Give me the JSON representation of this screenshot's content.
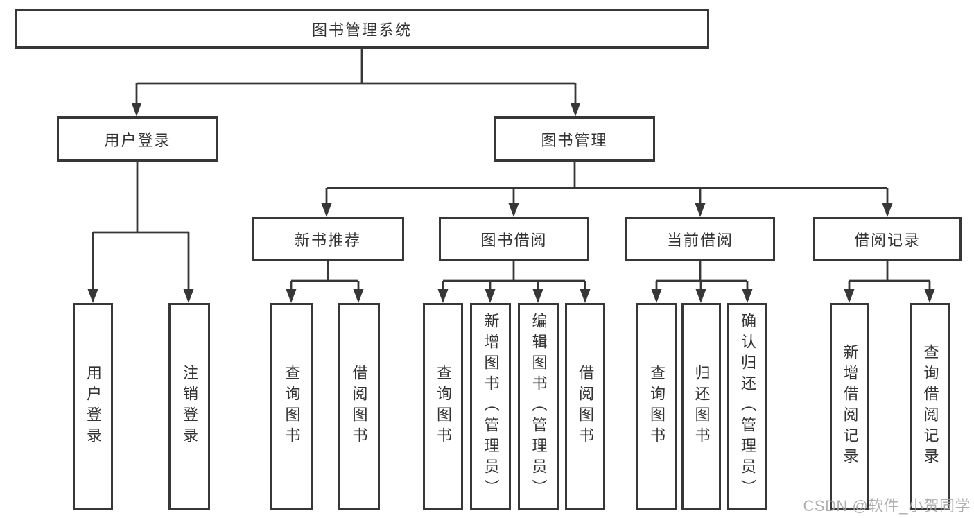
{
  "diagram": {
    "root": "图书管理系统",
    "branches": [
      {
        "label": "用户登录",
        "children": [
          "用户登录",
          "注销登录"
        ]
      },
      {
        "label": "图书管理",
        "children": [
          {
            "label": "新书推荐",
            "children": [
              "查询图书",
              "借阅图书"
            ]
          },
          {
            "label": "图书借阅",
            "children": [
              "查询图书",
              "新增图书（管理员）",
              "编辑图书（管理员）",
              "借阅图书"
            ]
          },
          {
            "label": "当前借阅",
            "children": [
              "查询图书",
              "归还图书",
              "确认归还（管理员）"
            ]
          },
          {
            "label": "借阅记录",
            "children": [
              "新增借阅记录",
              "查询借阅记录"
            ]
          }
        ]
      }
    ]
  },
  "watermark": "CSDN @软件_小贺同学",
  "colors": {
    "line": "#373737",
    "box_border": "#373737",
    "text": "#333333",
    "watermark": "#a6a6a6",
    "background": "#ffffff"
  }
}
